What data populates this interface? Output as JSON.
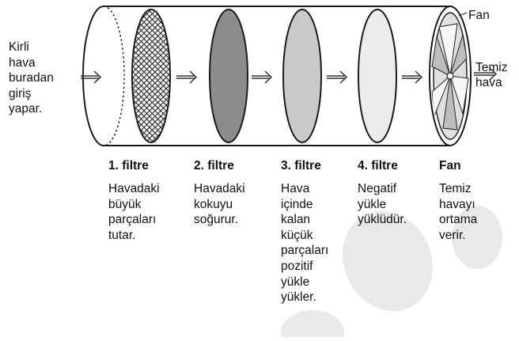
{
  "input_label": [
    "Kirli",
    "hava",
    "buradan",
    "giriş",
    "yapar."
  ],
  "output_label": [
    "Temiz",
    "hava"
  ],
  "fan_label": "Fan",
  "stages": [
    {
      "title": "1. filtre",
      "desc": [
        "Havadaki",
        "büyük",
        "parçaları",
        "tutar."
      ]
    },
    {
      "title": "2. filtre",
      "desc": [
        "Havadaki",
        "kokuyu",
        "soğurur."
      ]
    },
    {
      "title": "3. filtre",
      "desc": [
        "Hava",
        "içinde",
        "kalan",
        "küçük",
        "parçaları",
        "pozitif",
        "yükle",
        "yükler."
      ]
    },
    {
      "title": "4. filtre",
      "desc": [
        "Negatif",
        "yükle",
        "yüklüdür."
      ]
    },
    {
      "title": "Fan",
      "desc": [
        "Temiz",
        "havayı",
        "ortama",
        "verir."
      ]
    }
  ],
  "colors": {
    "outline": "#1a1a1a",
    "filter_hatched": "#f2f2f2",
    "filter_dark": "#8c8c8c",
    "filter_mid": "#c9c9c9",
    "filter_light": "#ececec",
    "fan_fill": "#e0e0e0",
    "watermark": "#e9e9e9"
  }
}
